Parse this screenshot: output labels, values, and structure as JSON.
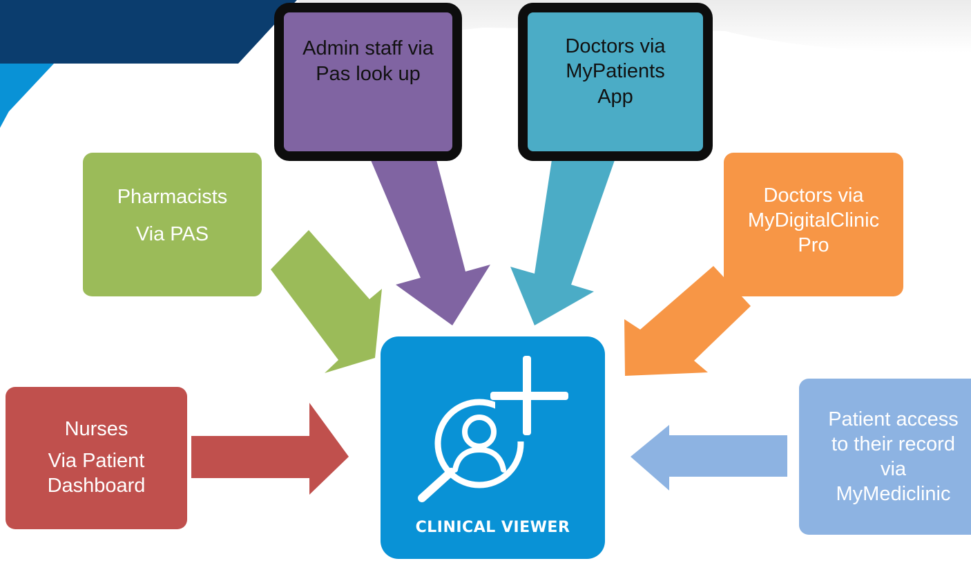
{
  "colors": {
    "header_navy": "#0b3d6e",
    "header_blue": "#0992d6",
    "purple": "#8064a2",
    "teal": "#4bacc6",
    "green": "#9bbb59",
    "orange": "#f79646",
    "red": "#c0504d",
    "light_blue": "#8db3e2",
    "logo_blue": "#0992d6"
  },
  "nodes": {
    "admin": {
      "lines": [
        "Admin staff via",
        "Pas look up"
      ]
    },
    "doctors_app": {
      "lines": [
        "Doctors via",
        "MyPatients",
        "App"
      ]
    },
    "pharmacists": {
      "lines": [
        "Pharmacists",
        "Via PAS"
      ]
    },
    "doctors_clinic": {
      "lines": [
        "Doctors via",
        "MyDigitalClinic",
        "Pro"
      ]
    },
    "nurses": {
      "lines": [
        "Nurses",
        "Via Patient",
        "Dashboard"
      ]
    },
    "patient": {
      "lines": [
        "Patient access",
        "to their record",
        "via",
        "MyMediclinic"
      ]
    }
  },
  "logo": {
    "text": "CLINICAL VIEWER",
    "icon": "magnifier-person-plus-icon"
  }
}
